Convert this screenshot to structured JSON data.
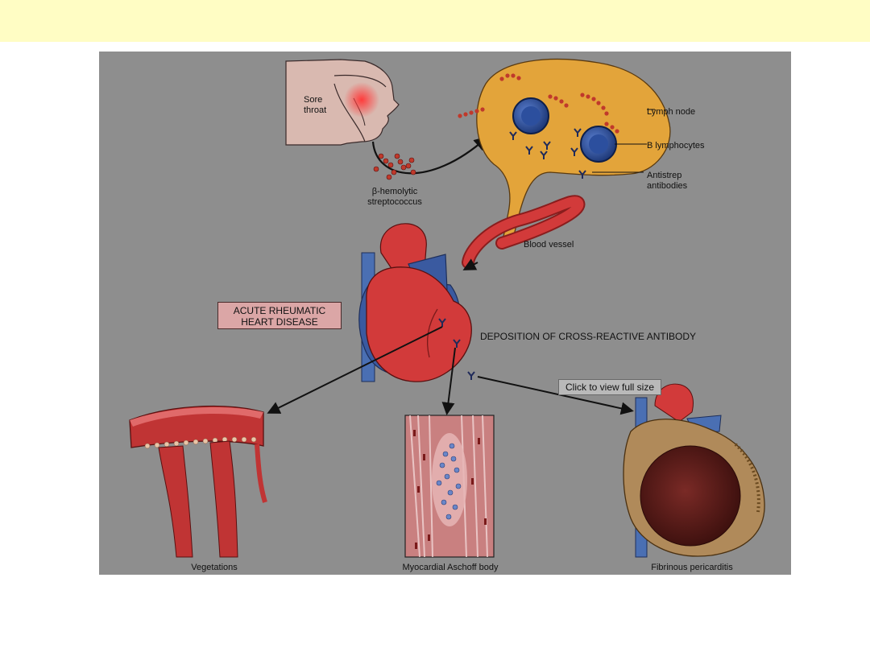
{
  "header": {
    "color": "#fffdc4"
  },
  "diagram": {
    "labels": {
      "sore_throat": "Sore\nthroat",
      "lymph_node": "Lymph node",
      "b_lymphocytes": "B lymphocytes",
      "antistrep": "Antistrep\nantibodies",
      "strep": "β-hemolytic\nstreptococcus",
      "blood_vessel": "Blood vessel",
      "ard": "ACUTE RHEUMATIC\nHEART DISEASE",
      "deposition": "DEPOSITION OF CROSS-REACTIVE ANTIBODY",
      "vegetations": "Vegetations",
      "aschoff": "Myocardial Aschoff body",
      "pericarditis": "Fibrinous pericarditis"
    },
    "tooltip": "Click to view full size",
    "colors": {
      "background": "#8e8e8e",
      "lymph_node": "#e3a43a",
      "heart": "#d23a3a",
      "vessel_blue": "#4a6fb3",
      "box": "#dba6a6"
    }
  }
}
